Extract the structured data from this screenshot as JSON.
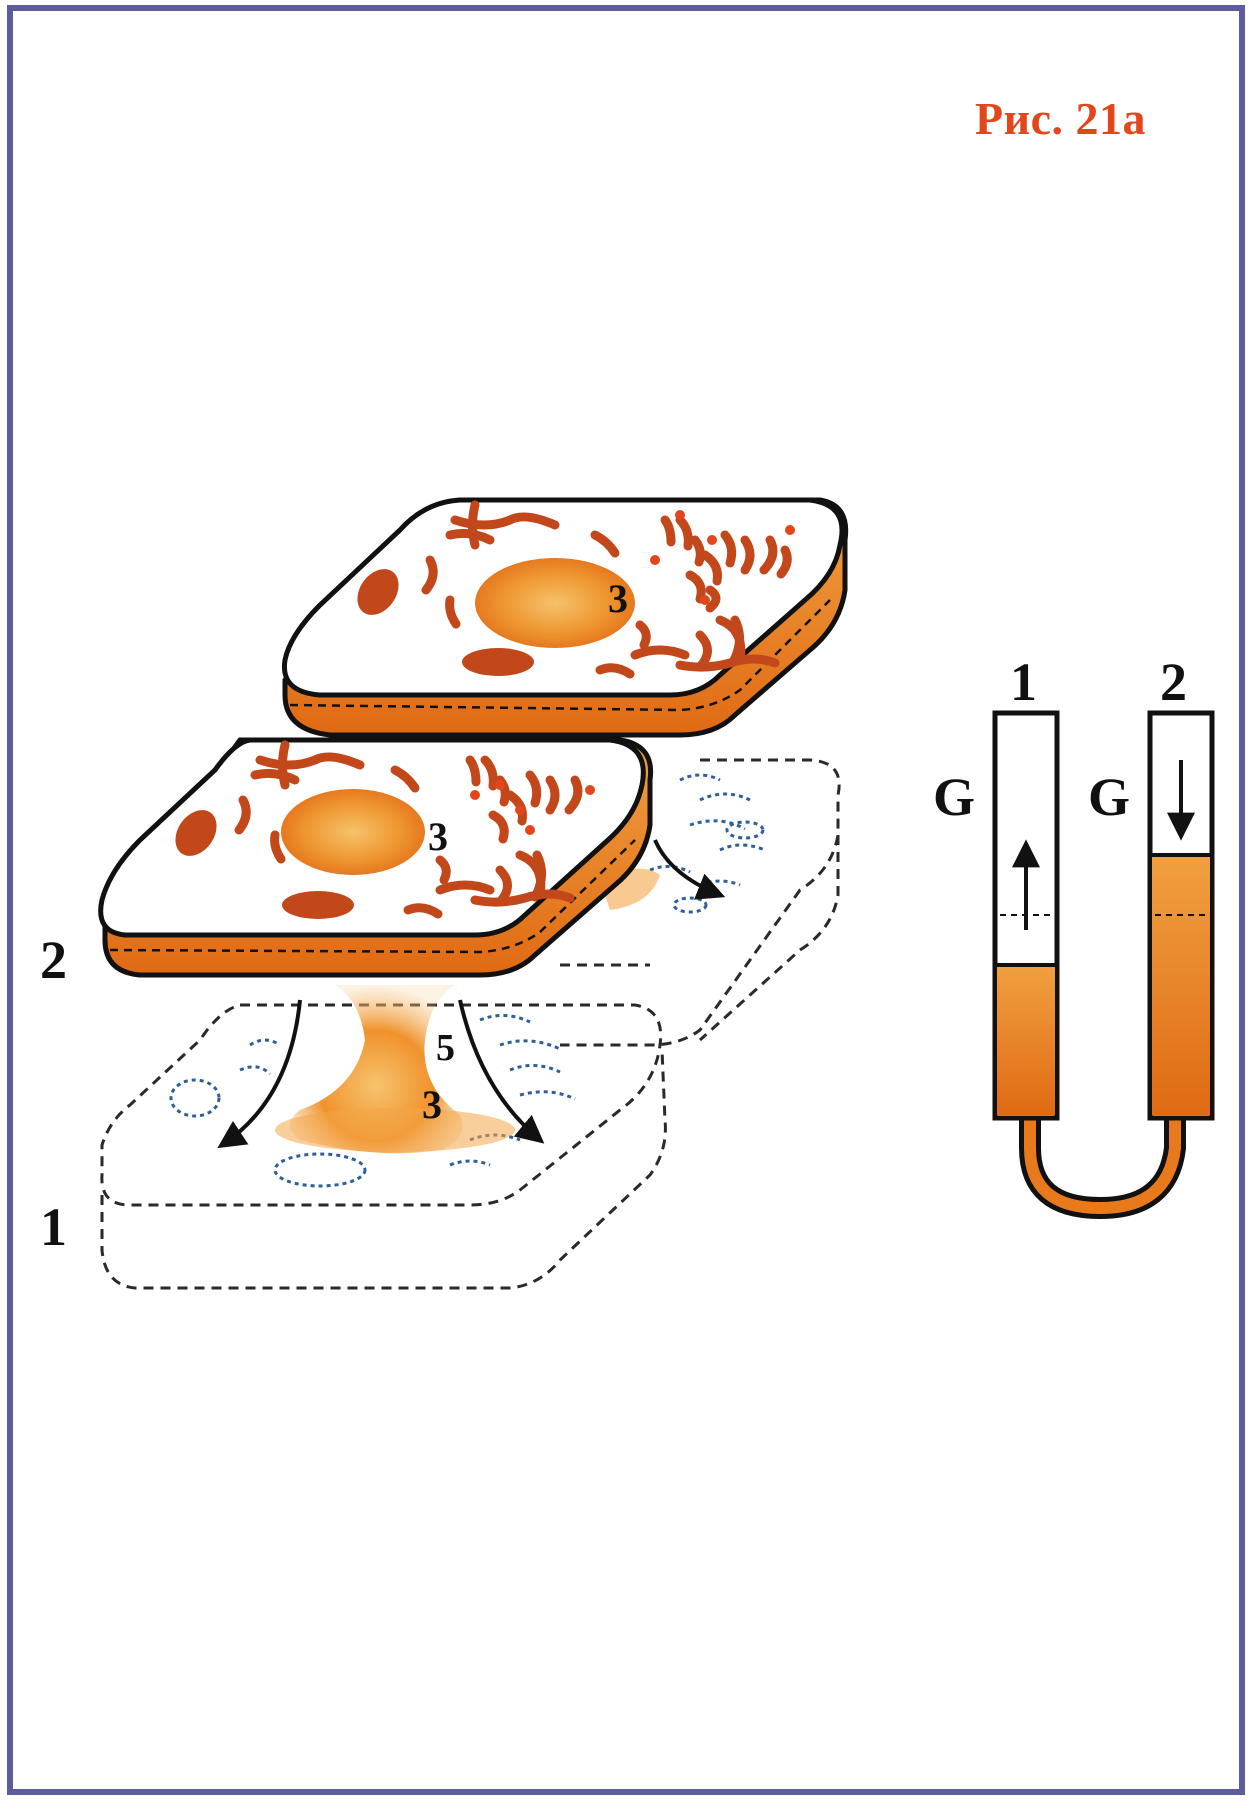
{
  "figure": {
    "caption": "Рис. 21а",
    "colors": {
      "accent": "#e4461c",
      "orange": "#e87a1c",
      "frame": "#5b5b9e",
      "outline": "#111111",
      "faded": "#2f5f9a"
    }
  },
  "diagram": {
    "cell_labels": {
      "cell_1": "1",
      "cell_2": "2"
    },
    "organelle_labels": {
      "nucleus_top": "3",
      "nucleus_mid": "3",
      "efflux": "3",
      "efflux_secondary": "5"
    },
    "tubes": {
      "tube_1": {
        "number": "1",
        "letter": "G",
        "arrow": "up"
      },
      "tube_2": {
        "number": "2",
        "letter": "G",
        "arrow": "down"
      }
    }
  }
}
